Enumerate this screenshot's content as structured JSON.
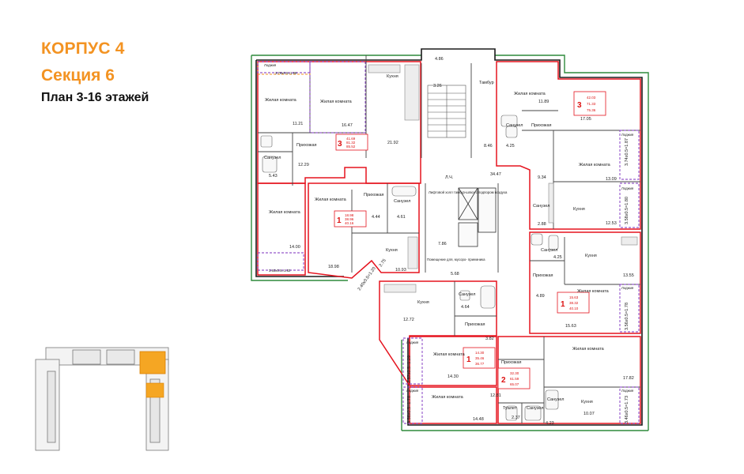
{
  "header": {
    "building": "КОРПУС 4",
    "section": "Секция 6",
    "plan": "План 3-16 этажей"
  },
  "colors": {
    "accent": "#f39322",
    "wall": "#e5141f",
    "highlight": "#f39322",
    "balcony": "#2f8a3c",
    "dim": "#7b2fbe"
  },
  "rooms": {
    "r_a_loggia": "Лоджия",
    "r_a_loggia_dim": "3.76x0.5=1.88",
    "r_a_bed1": "Жилая комната",
    "r_a_bed1_area": "11.21",
    "r_a_bed2": "Жилая комната",
    "r_a_bed2_area": "16.47",
    "r_a_kitchen": "Кухня",
    "r_a_kitchen_area": "21.92",
    "r_a_hall": "Прихожая",
    "r_a_hall_area": "12.29",
    "r_a_wc": "Санузел",
    "r_a_wc_area": "5.43",
    "r_b_bed": "Жилая комната",
    "r_b_bed_area": "14.00",
    "r_b_loggia_dim": "3.63x0.5=1.82",
    "r_c_bed": "Жилая комната",
    "r_c_bed_area": "18.98",
    "r_c_hall": "Прихожая",
    "r_c_hall_area": "4.44",
    "r_c_wc": "Санузел",
    "r_c_wc_area": "4.61",
    "r_c_kitchen": "Кухня",
    "r_c_kitchen_area": "10.93",
    "r_c_loggia_area": "2.75",
    "r_c_loggia_dim": "2.40x0.5=1.20",
    "r_stair_area": "3.26",
    "r_top_area": "4.86",
    "r_tambur": "Тамбур",
    "r_tambur_area": "8.46",
    "r_corr_area": "34.47",
    "r_lift_note": "Лифтовой холл тамбур-шлюз с подпором воздуха",
    "r_lift_area": "7.86",
    "r_tech_note": "Помещение для, мусоро- приемника",
    "r_tech_area": "5.68",
    "r_d_bed": "Жилая комната",
    "r_d_bed_area": "11.89",
    "r_d_wc": "Санузел",
    "r_d_wc_area": "4.25",
    "r_d_hall": "Прихожая",
    "r_d_hall_area": "9.34",
    "r_d_bed2_area": "17.05",
    "r_d_bed3": "Жилая комната",
    "r_d_bed3_area": "13.09",
    "r_d_loggia_dim": "3.74x0.5=1.87",
    "r_d_kitchen": "Кухня",
    "r_d_kitchen_area": "12.53",
    "r_d_loggia2_dim": "3.58x0.5=1.80",
    "r_d_wc2": "Санузел",
    "r_d_wc2_area": "2.88",
    "r_e_wc": "Санузел",
    "r_e_wc_area": "4.25",
    "r_e_kitchen": "Кухня",
    "r_e_kitchen_area": "13.55",
    "r_e_hall": "Прихожая",
    "r_e_hall_area": "4.89",
    "r_e_bed": "Жилая комната",
    "r_e_bed_area": "15.63",
    "r_e_loggia_dim": "3.56x0.5=1.78",
    "r_f_kitchen": "Кухня",
    "r_f_kitchen_area": "12.72",
    "r_f_wc": "Санузел",
    "r_f_wc_area": "4.64",
    "r_f_hall": "Прихожая",
    "r_f_hall_area": "3.82",
    "r_f_bed": "Жилая комната",
    "r_f_bed_area": "14.30",
    "r_f_loggia_dim": "2.57x0.5=1.29",
    "r_g_hall": "Прихожая",
    "r_g_hall_area": "12.81",
    "r_g_bed": "Жилая комната",
    "r_g_bed_area": "14.48",
    "r_g_loggia_dim": "3.56x0.5=1.78",
    "r_g_toilet": "Туалет",
    "r_g_toilet_area": "2.37",
    "r_g_wc": "Санузел",
    "r_g_wc_area": "4.23",
    "r_h_bed": "Жилая комната",
    "r_h_bed_area": "17.82",
    "r_h_wc": "Санузел",
    "r_h_kitchen": "Кухня",
    "r_h_kitchen_area": "10.07",
    "r_h_loggia_dim": "3.46x0.5=1.73",
    "loggia": "Лоджия",
    "elev_label": "Л.Ч."
  },
  "apartments": [
    {
      "rooms": "3",
      "a1": "41.69",
      "a2": "81.32",
      "a3": "85.52"
    },
    {
      "rooms": "1",
      "a1": "18.98",
      "a2": "38.96",
      "a3": "40.16"
    },
    {
      "rooms": "3",
      "a1": "42.03",
      "a2": "71.33",
      "a3": "75.36"
    },
    {
      "rooms": "1",
      "a1": "15.63",
      "a2": "38.32",
      "a3": "40.10"
    },
    {
      "rooms": "1",
      "a1": "14.30",
      "a2": "35.46",
      "a3": "36.77"
    },
    {
      "rooms": "2",
      "a1": "32.30",
      "a2": "61.59",
      "a3": "65.07"
    }
  ]
}
